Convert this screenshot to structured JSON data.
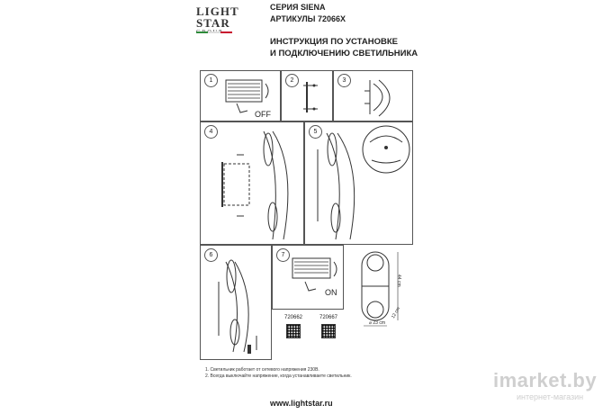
{
  "logo": {
    "line1": "LIGHT",
    "line2": "STAR",
    "line3": "GROUP",
    "flag_colors": [
      "#2e8b3a",
      "#ffffff",
      "#c8102e"
    ]
  },
  "header": {
    "series": "СЕРИЯ SIENA",
    "articles": "АРТИКУЛЫ 72066X",
    "title_line1": "ИНСТРУКЦИЯ ПО УСТАНОВКЕ",
    "title_line2": "И ПОДКЛЮЧЕНИЮ СВЕТИЛЬНИКА"
  },
  "steps": {
    "s1": {
      "num": "1",
      "label": "OFF"
    },
    "s2": {
      "num": "2"
    },
    "s3": {
      "num": "3"
    },
    "s4": {
      "num": "4"
    },
    "s5": {
      "num": "5"
    },
    "s6": {
      "num": "6"
    },
    "s7": {
      "num": "7",
      "label": "ON"
    }
  },
  "codes": {
    "code1": "720662",
    "code2": "720667"
  },
  "dimensions": {
    "height": "44 cm",
    "width": "12 cm",
    "diameter": "⌀ 23 cm"
  },
  "notes": {
    "line1": "1. Светильник работает от сетевого напряжения 230В.",
    "line2": "2. Всегда выключайте напряжение, когда устанавливаете светильник."
  },
  "footer": {
    "site": "www.lightstar.ru"
  },
  "watermark": {
    "brand": "imarket.by",
    "sub": "интернет-магазин"
  }
}
